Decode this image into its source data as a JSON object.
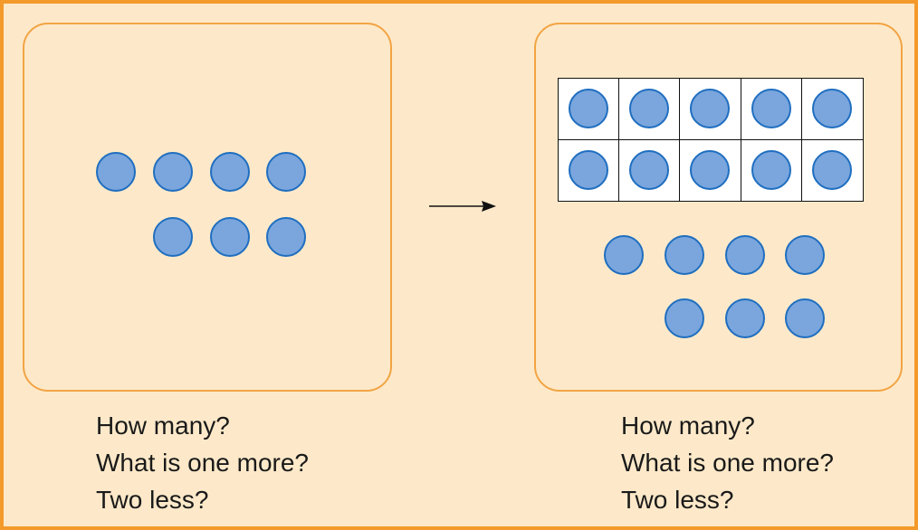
{
  "left_panel": {
    "dots": 7,
    "questions": [
      "How many?",
      "What is one more?",
      "Two less?"
    ]
  },
  "right_panel": {
    "ten_frame_dots": 10,
    "extra_dots": 7,
    "questions": [
      "How many?",
      "What is one more?",
      "Two less?"
    ]
  },
  "colors": {
    "background": "#fde9c9",
    "outer_border": "#f39a2a",
    "panel_border": "#f2a444",
    "dot_fill": "#7aa6dd",
    "dot_stroke": "#1f6ec0"
  }
}
